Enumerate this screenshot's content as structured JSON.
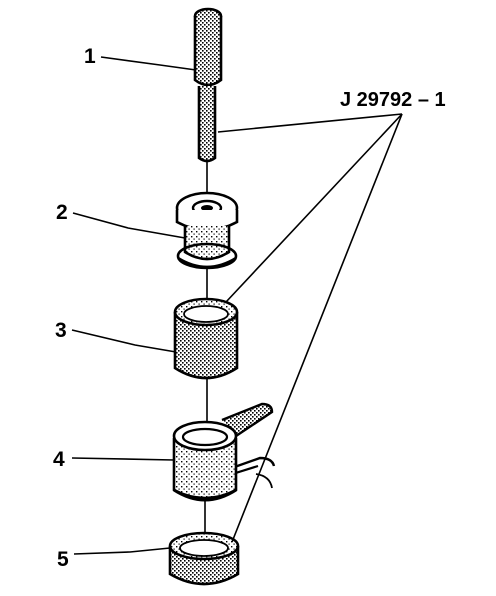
{
  "labels": {
    "part_1": "1",
    "part_2": "2",
    "part_3": "3",
    "part_4": "4",
    "part_5": "5",
    "tool_number": "J 29792 – 1"
  },
  "colors": {
    "ink": "#000000",
    "paper": "#ffffff"
  }
}
